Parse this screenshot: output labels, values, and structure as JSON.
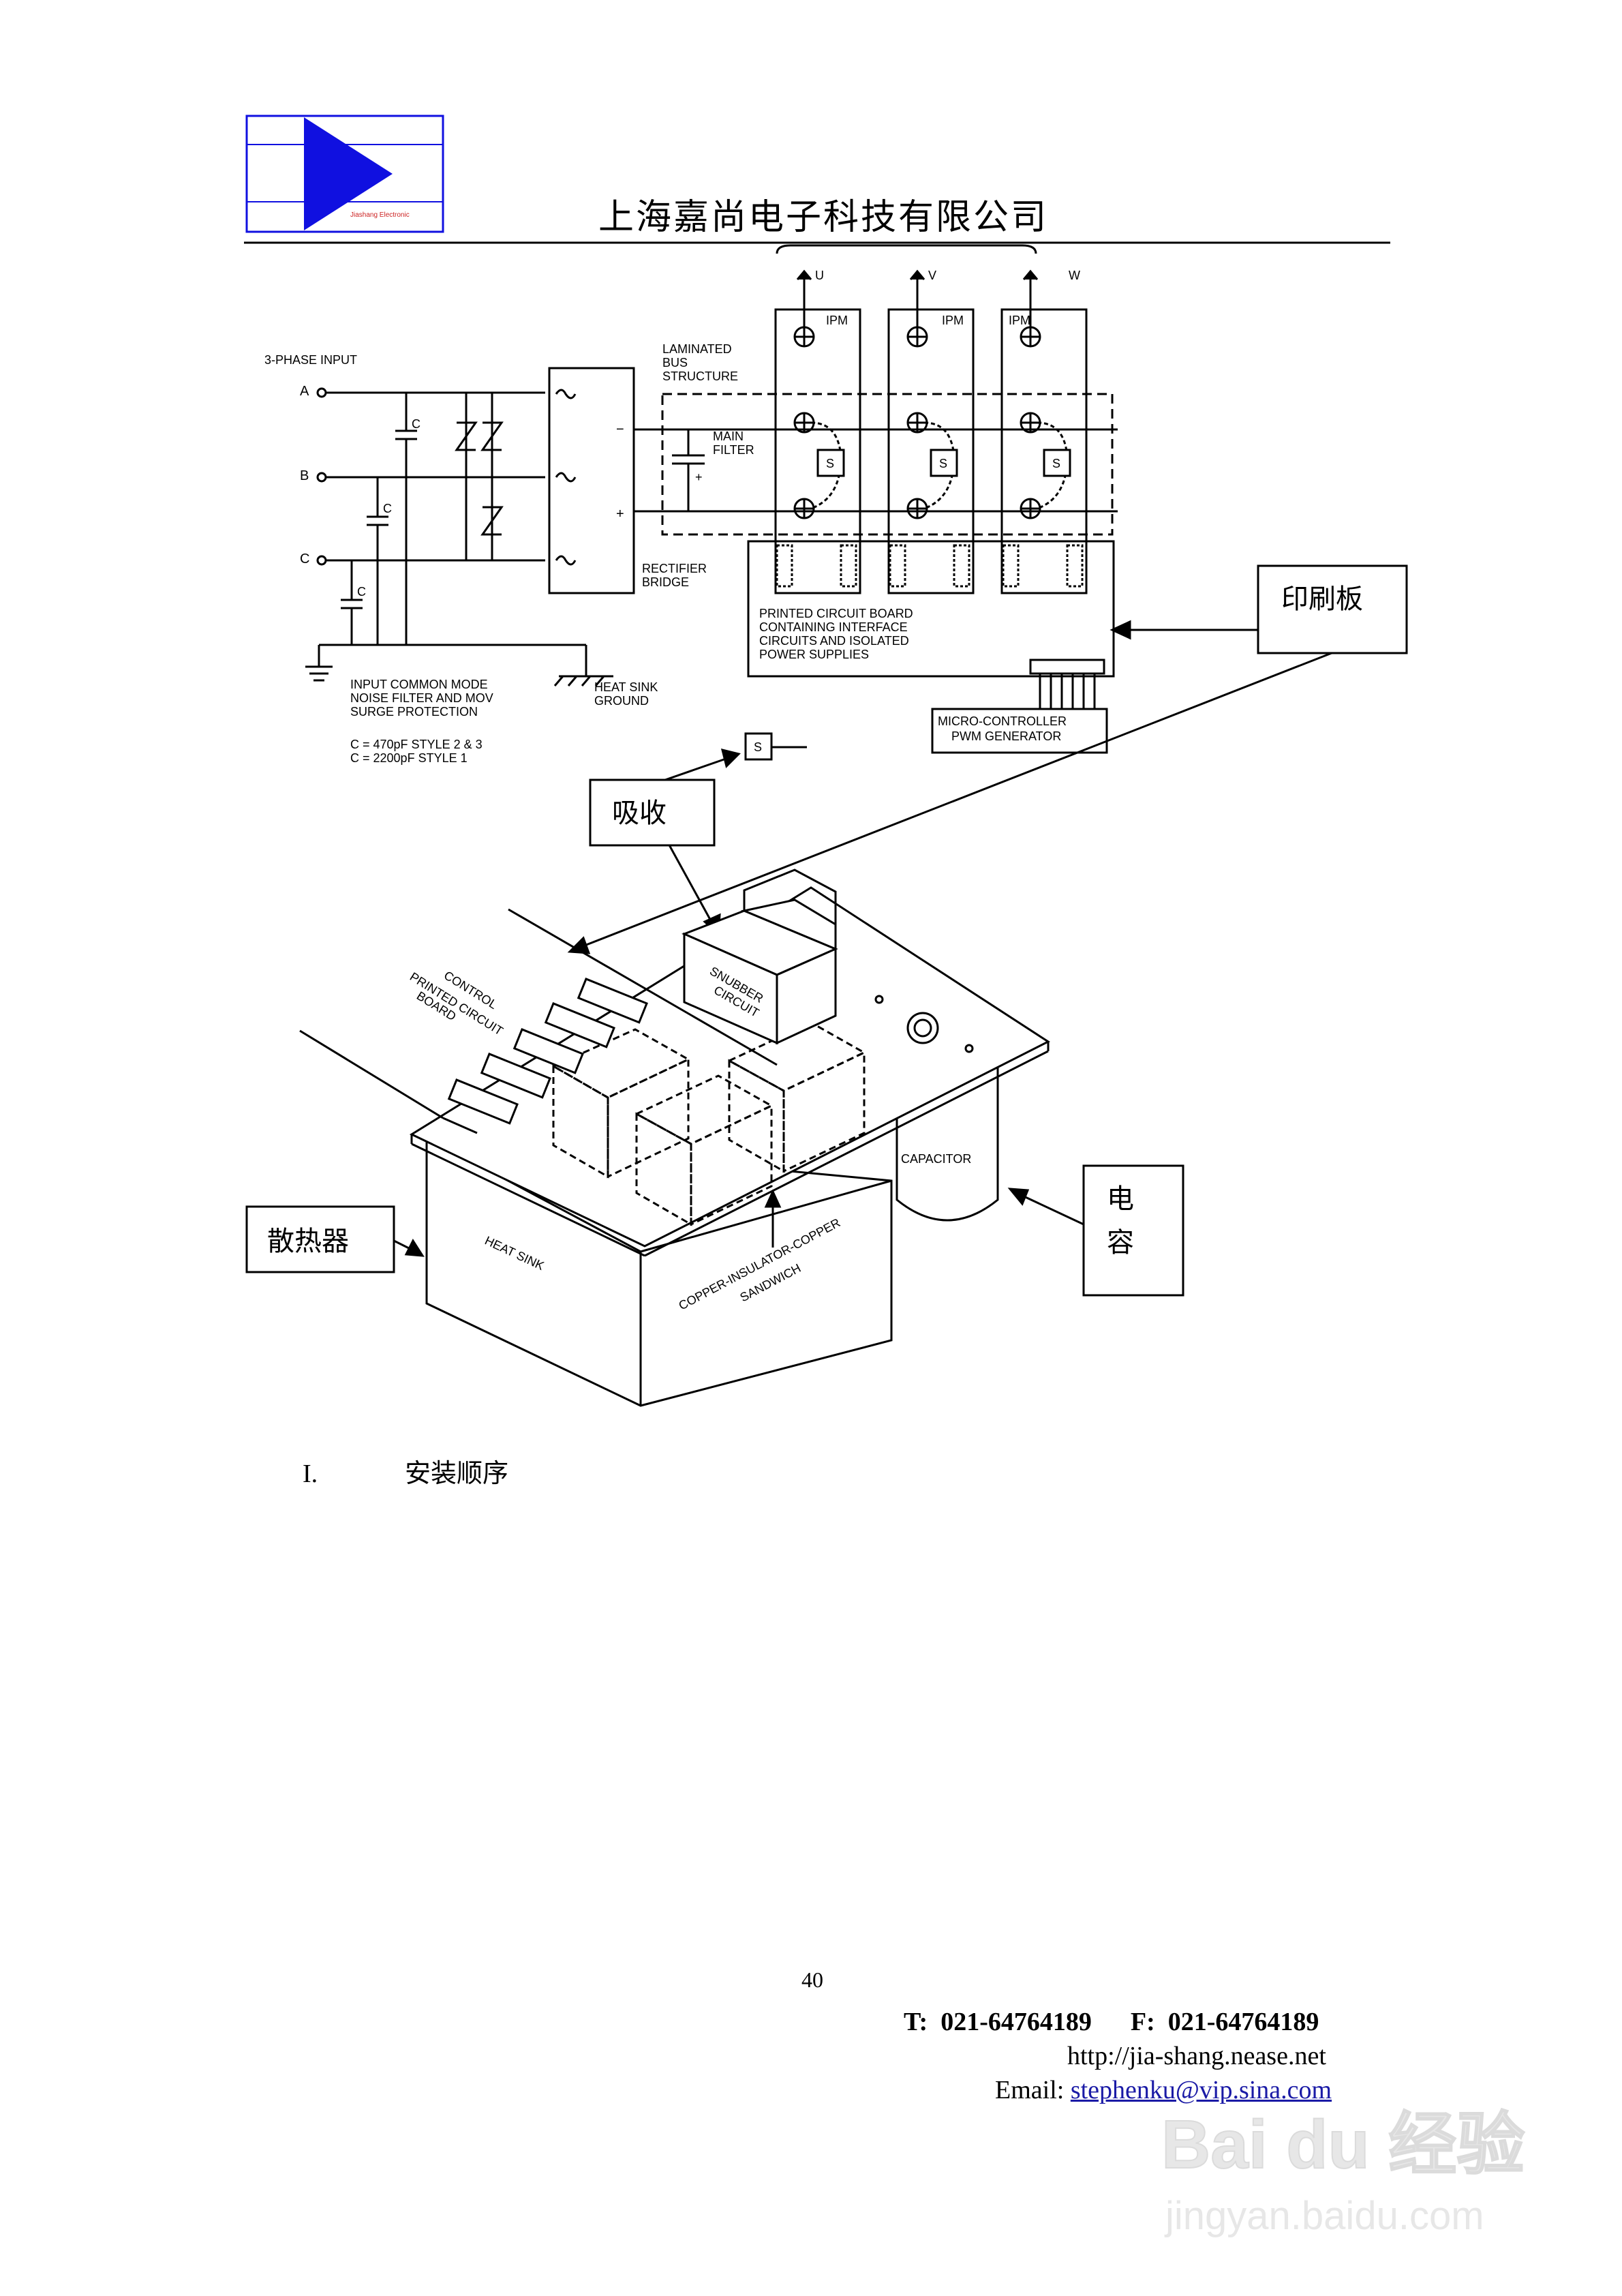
{
  "header": {
    "company": "上海嘉尚电子科技有限公司",
    "logo_caption": "Jiashang Electronic"
  },
  "schematic": {
    "phase_input": "3-PHASE INPUT",
    "phase_labels": [
      "A",
      "B",
      "C"
    ],
    "cap_label": "C",
    "filter_note": [
      "INPUT COMMON MODE",
      "NOISE FILTER AND MOV",
      "SURGE PROTECTION"
    ],
    "cap_values": [
      "C = 470pF    STYLE 2 & 3",
      "C = 2200pF   STYLE 1"
    ],
    "heat_sink_ground": [
      "HEAT SINK",
      "GROUND"
    ],
    "rectifier": [
      "RECTIFIER",
      "BRIDGE"
    ],
    "laminated": [
      "LAMINATED",
      "BUS",
      "STRUCTURE"
    ],
    "main_filter": [
      "MAIN",
      "FILTER"
    ],
    "ipm_label": "IPM",
    "outputs": [
      "U",
      "V",
      "W"
    ],
    "snubber_s": "S",
    "pcb_note": [
      "PRINTED CIRCUIT BOARD",
      "CONTAINING INTERFACE",
      "CIRCUITS AND ISOLATED",
      "POWER SUPPLIES"
    ],
    "micro": [
      "MICRO-CONTROLLER",
      "PWM GENERATOR"
    ],
    "minus": "−",
    "plus": "+"
  },
  "callouts": {
    "pcb_cn": "印刷板",
    "absorb_cn": "吸收",
    "heatsink_cn": "散热器",
    "capacitor_cn_1": "电",
    "capacitor_cn_2": "容"
  },
  "assembly": {
    "control_pcb": [
      "CONTROL",
      "PRINTED CIRCUIT",
      "BOARD"
    ],
    "snubber": [
      "SNUBBER",
      "CIRCUIT"
    ],
    "capacitor": "CAPACITOR",
    "heat_sink": "HEAT SINK",
    "sandwich": [
      "COPPER-INSULATOR-COPPER",
      "SANDWICH"
    ]
  },
  "section": {
    "number": "I.",
    "title": "安装顺序"
  },
  "page_number": "40",
  "footer": {
    "tel_label": "T",
    "tel": "021-64764189",
    "fax_label": "F",
    "fax": "021-64764189",
    "url": "http://jia-shang.nease.net",
    "email_label": "Email: ",
    "email": "stephenku@vip.sina.com"
  },
  "watermark": {
    "brand": "Bai du 经验",
    "url": "jingyan.baidu.com"
  },
  "colors": {
    "logo_blue": "#1010e0",
    "link": "#1a1aa6"
  }
}
